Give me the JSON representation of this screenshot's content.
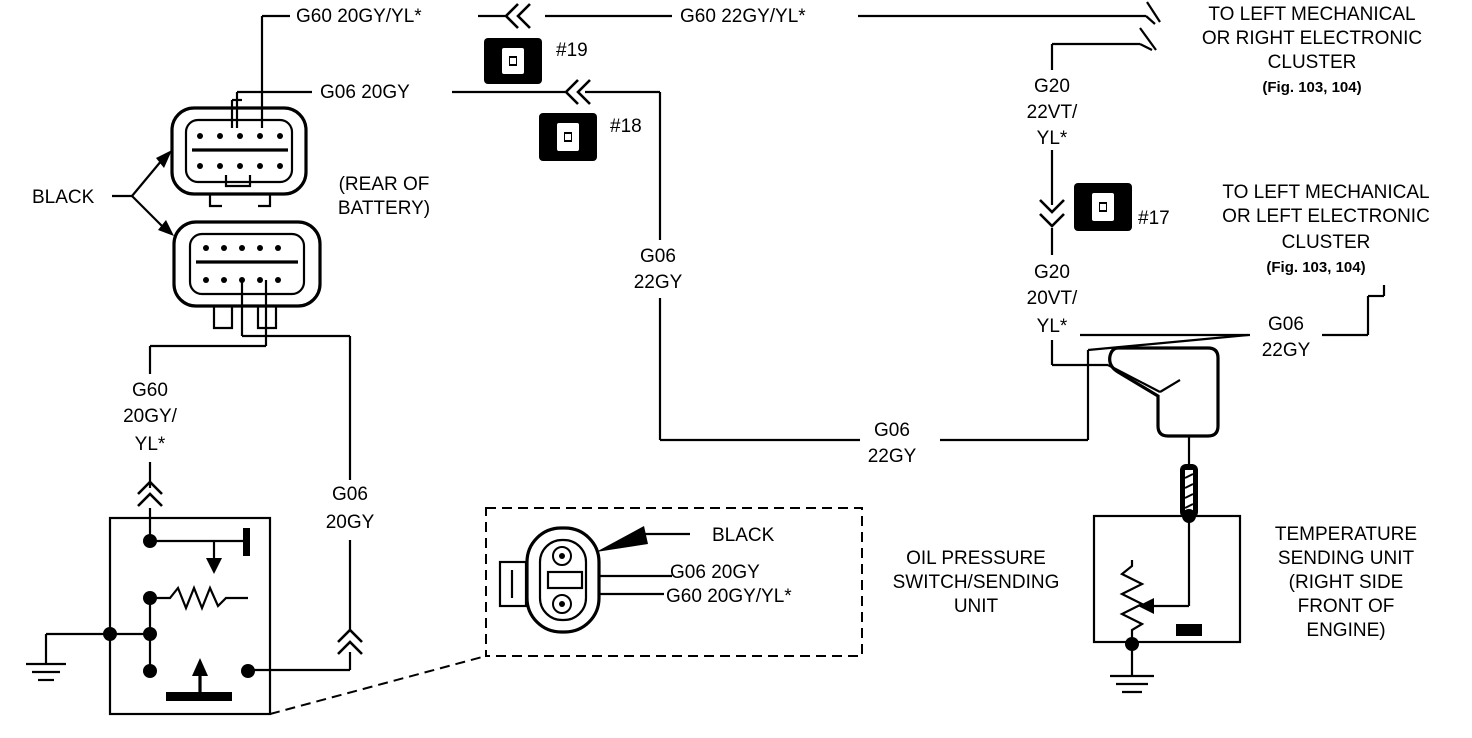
{
  "wires": {
    "g60_top_left": "G60 20GY/YL*",
    "g60_top_right": "G60 22GY/YL*",
    "g06_top": "G06 20GY",
    "g06_mid_vertical": [
      "G06",
      "22GY"
    ],
    "g06_bottom": [
      "G06",
      "22GY"
    ],
    "g06_right": [
      "G06",
      "22GY"
    ],
    "g20_upper": [
      "G20",
      "22VT/",
      "YL*"
    ],
    "g20_lower": [
      "G20",
      "20VT/",
      "YL*"
    ],
    "g60_left_vertical": [
      "G60",
      "20GY/",
      "YL*"
    ],
    "g06_left_vertical": [
      "G06",
      "20GY"
    ]
  },
  "connectors": {
    "c19": "#19",
    "c18": "#18",
    "c17": "#17"
  },
  "labels": {
    "black_left": "BLACK",
    "rear_battery": [
      "(REAR OF",
      "BATTERY)"
    ],
    "to_left_mech_right": [
      "TO LEFT MECHANICAL",
      "OR RIGHT ELECTRONIC",
      "CLUSTER"
    ],
    "fig_ref_1": "(Fig. 103, 104)",
    "to_left_mech_left": [
      "TO LEFT MECHANICAL",
      "OR LEFT ELECTRONIC",
      "CLUSTER"
    ],
    "fig_ref_2": "(Fig. 103, 104)",
    "oil_pressure": [
      "OIL PRESSURE",
      "SWITCH/SENDING",
      "UNIT"
    ],
    "temp_sending": [
      "TEMPERATURE",
      "SENDING UNIT",
      "(RIGHT SIDE",
      "FRONT OF",
      "ENGINE)"
    ]
  },
  "inset": {
    "black": "BLACK",
    "g06": "G06 20GY",
    "g60": "G60 20GY/YL*"
  }
}
